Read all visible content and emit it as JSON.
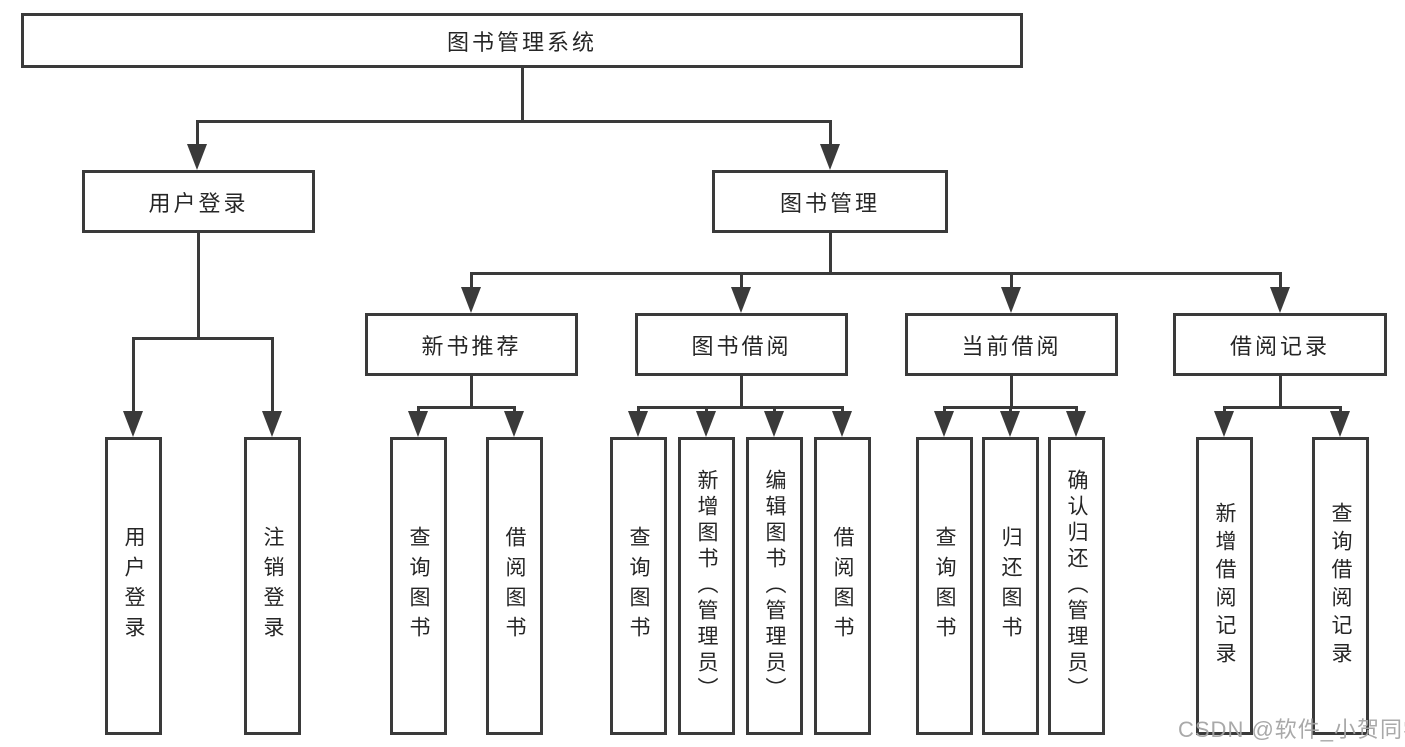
{
  "diagram_type": "hierarchy-tree",
  "colors": {
    "line": "#3a3a3a",
    "box_border": "#3a3a3a",
    "box_fill": "#ffffff",
    "text": "#262626",
    "watermark": "#a4a4a4",
    "background": "#ffffff"
  },
  "tree": {
    "label": "图书管理系统",
    "children": [
      {
        "label": "用户登录",
        "children": [
          {
            "label": "用户登录"
          },
          {
            "label": "注销登录"
          }
        ]
      },
      {
        "label": "图书管理",
        "children": [
          {
            "label": "新书推荐",
            "children": [
              {
                "label": "查询图书"
              },
              {
                "label": "借阅图书"
              }
            ]
          },
          {
            "label": "图书借阅",
            "children": [
              {
                "label": "查询图书"
              },
              {
                "label": "新增图书（管理员）"
              },
              {
                "label": "编辑图书（管理员）"
              },
              {
                "label": "借阅图书"
              }
            ]
          },
          {
            "label": "当前借阅",
            "children": [
              {
                "label": "查询图书"
              },
              {
                "label": "归还图书"
              },
              {
                "label": "确认归还（管理员）"
              }
            ]
          },
          {
            "label": "借阅记录",
            "children": [
              {
                "label": "新增借阅记录"
              },
              {
                "label": "查询借阅记录"
              }
            ]
          }
        ]
      }
    ]
  },
  "watermark": "CSDN @软件_小贺同学"
}
